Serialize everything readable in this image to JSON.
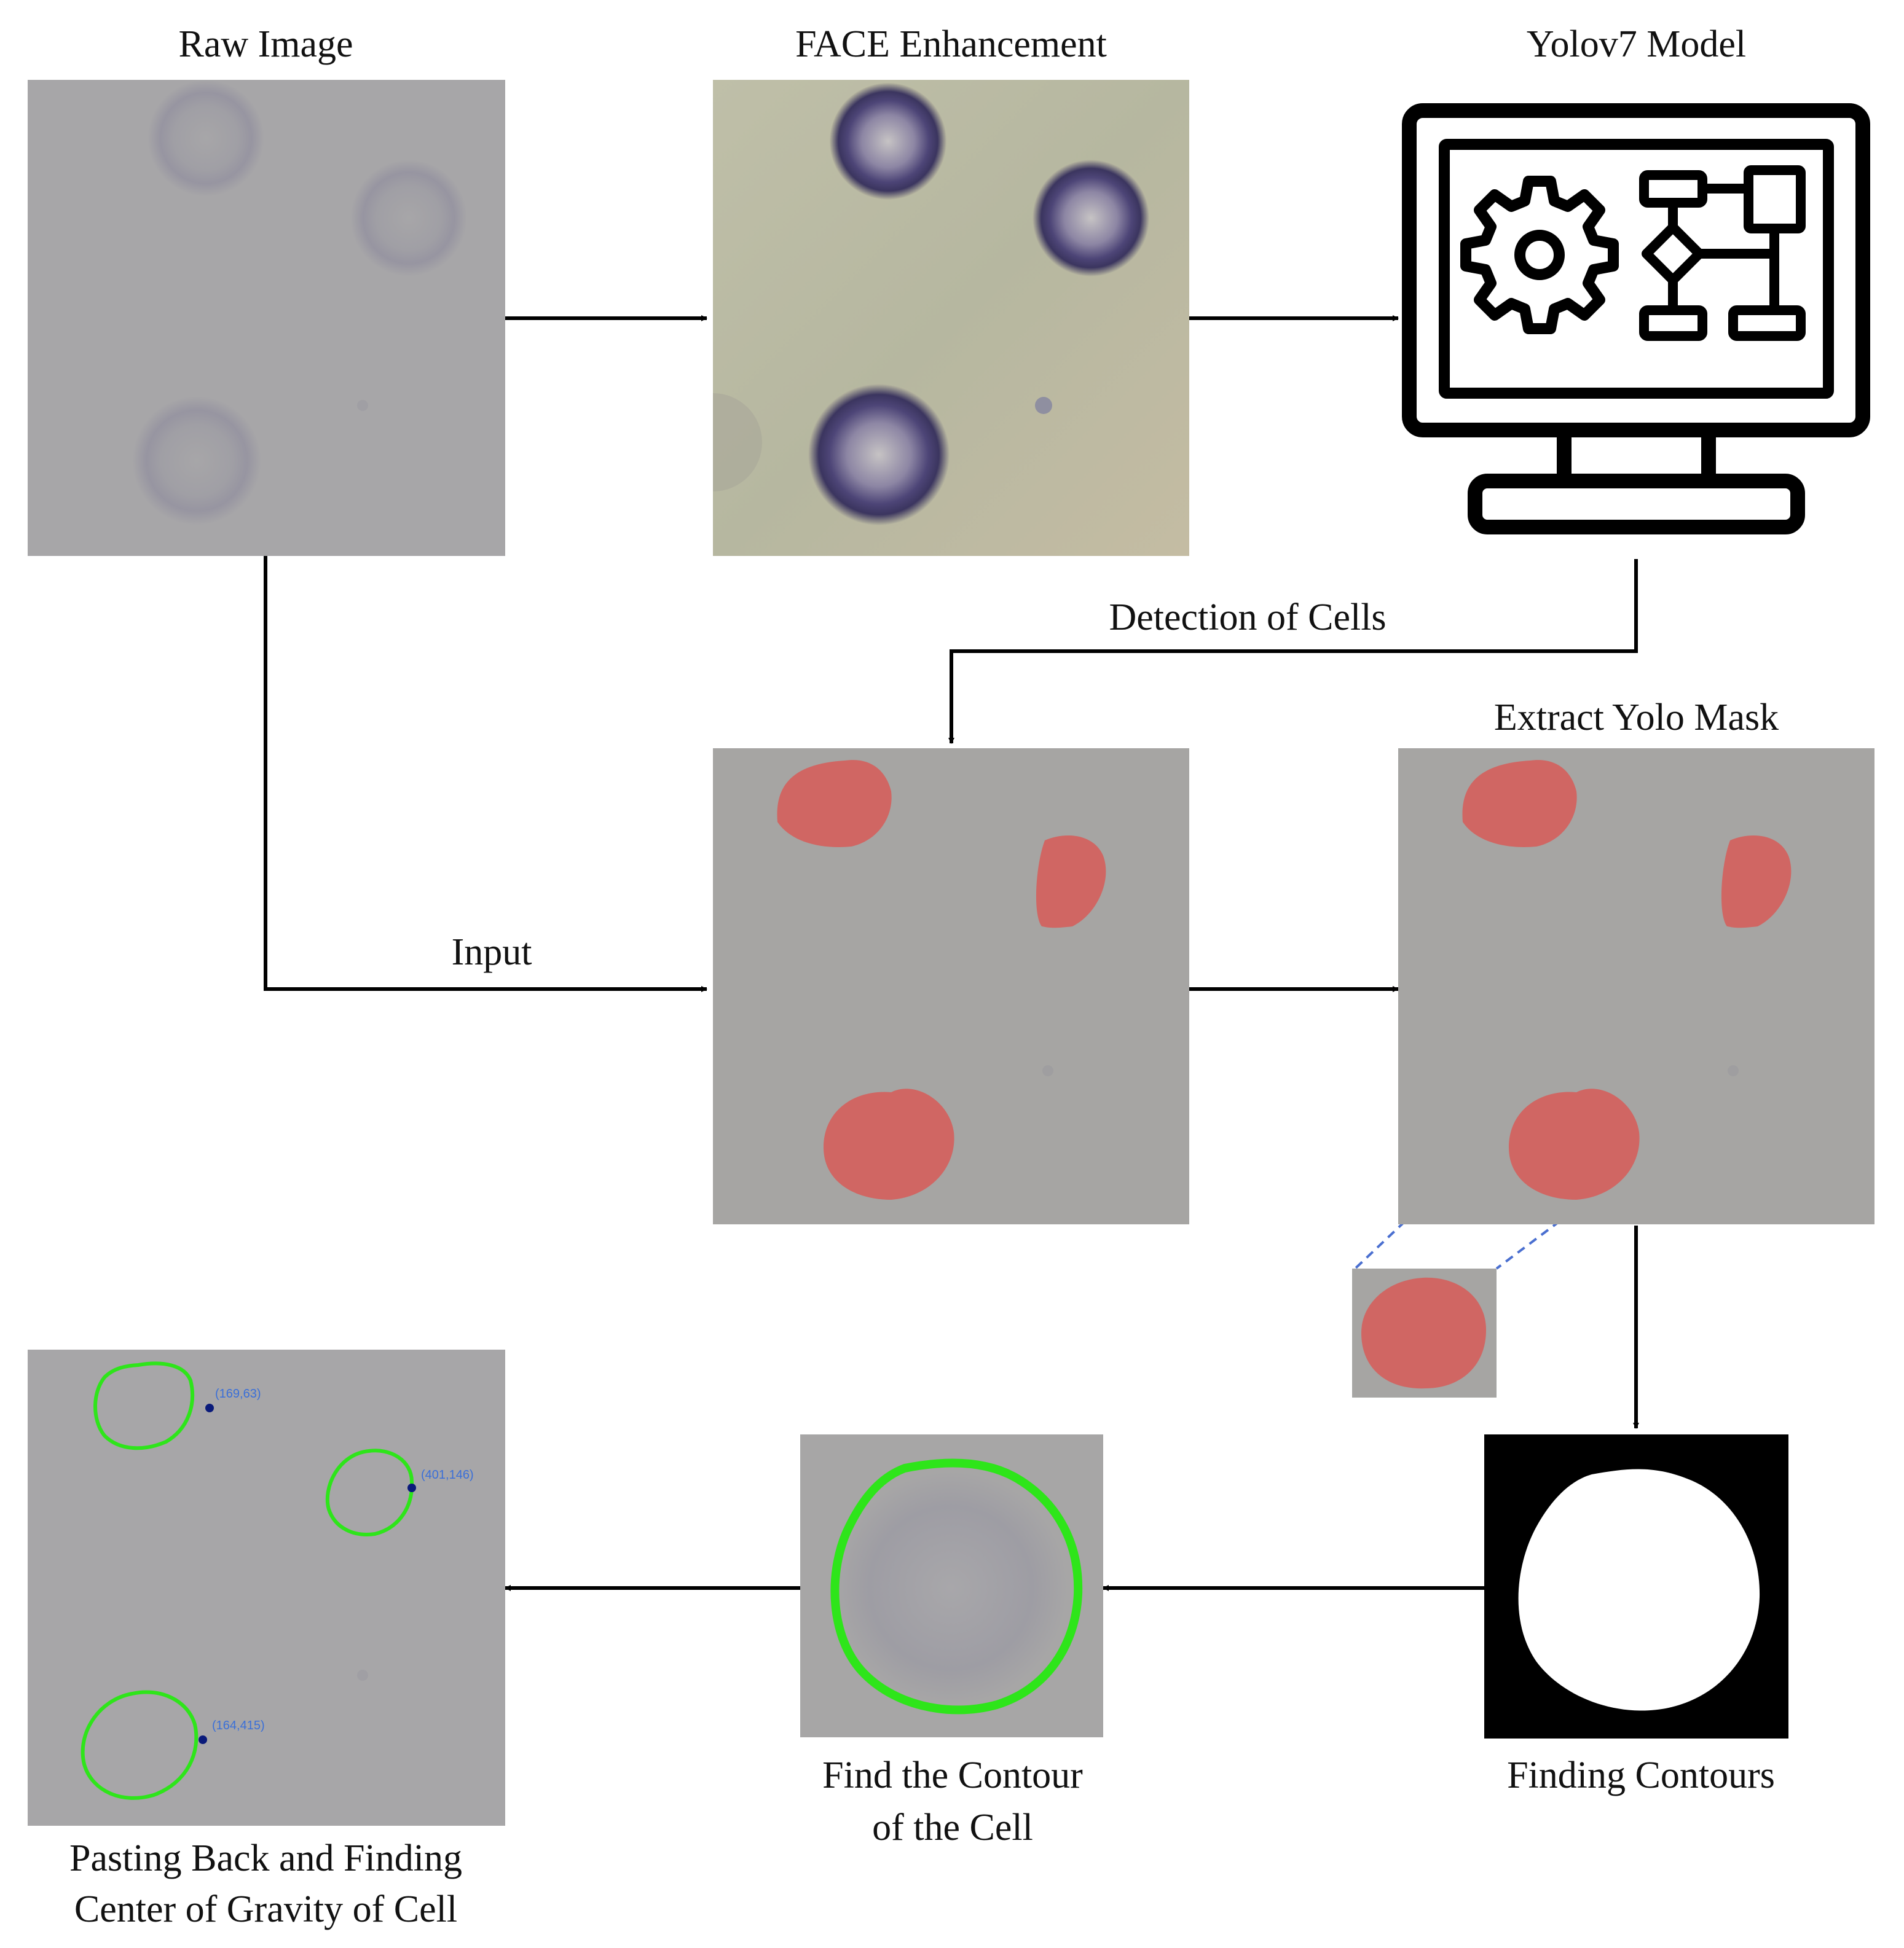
{
  "labels": {
    "raw_image": "Raw Image",
    "face_enhancement": "FACE Enhancement",
    "yolo_model": "Yolov7 Model",
    "detection_of_cells": "Detection of Cells",
    "extract_yolo_mask": "Extract Yolo Mask",
    "input": "Input",
    "finding_contours": "Finding Contours",
    "find_contour_line1": "Find the Contour",
    "find_contour_line2": "of the Cell",
    "pasting_back_line1": "Pasting Back and Finding",
    "pasting_back_line2": "Center of Gravity of Cell"
  },
  "centroids": [
    "(169,63)",
    "(401,146)",
    "(164,415)"
  ],
  "icons": {
    "model": "monitor-icon",
    "gear": "gear-icon",
    "flowchart": "flowchart-icon"
  },
  "colors": {
    "raw_background": "#a7a6a8",
    "enhanced_background": "#b9b9a3",
    "mask_fill": "#d06663",
    "contour_stroke": "#2ee51a",
    "centroid_dot": "#0a1a7a",
    "centroid_label": "#3a6fd8",
    "binary_black": "#000000",
    "binary_white": "#ffffff",
    "arrow": "#000000",
    "zoom_line": "#4a6fd0"
  }
}
